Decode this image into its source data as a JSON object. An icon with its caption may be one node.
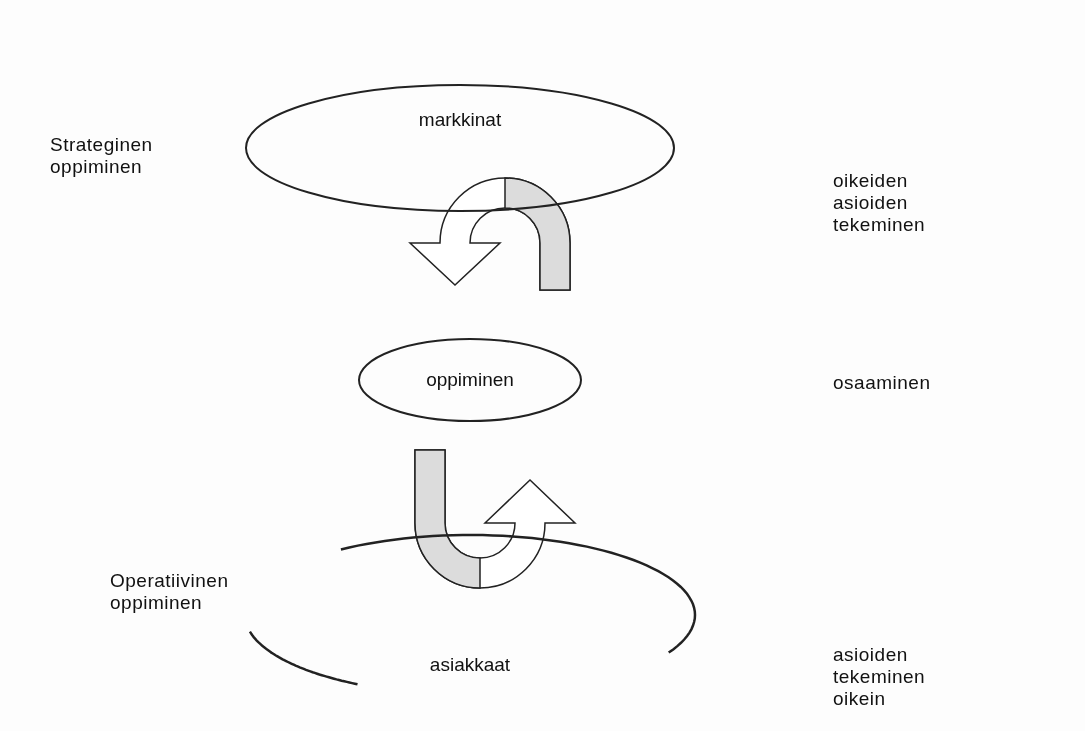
{
  "diagram": {
    "nodes": [
      {
        "text": [
          "markkinat"
        ]
      },
      {
        "text": [
          "oppiminen"
        ]
      },
      {
        "text": [
          "asiakkaat"
        ]
      }
    ],
    "labels": [
      "Strateginen oppiminen",
      "oikeiden asioiden tekeminen",
      "osaaminen",
      "Operatiivinen oppiminen",
      "asioiden tekeminen oikein"
    ]
  }
}
